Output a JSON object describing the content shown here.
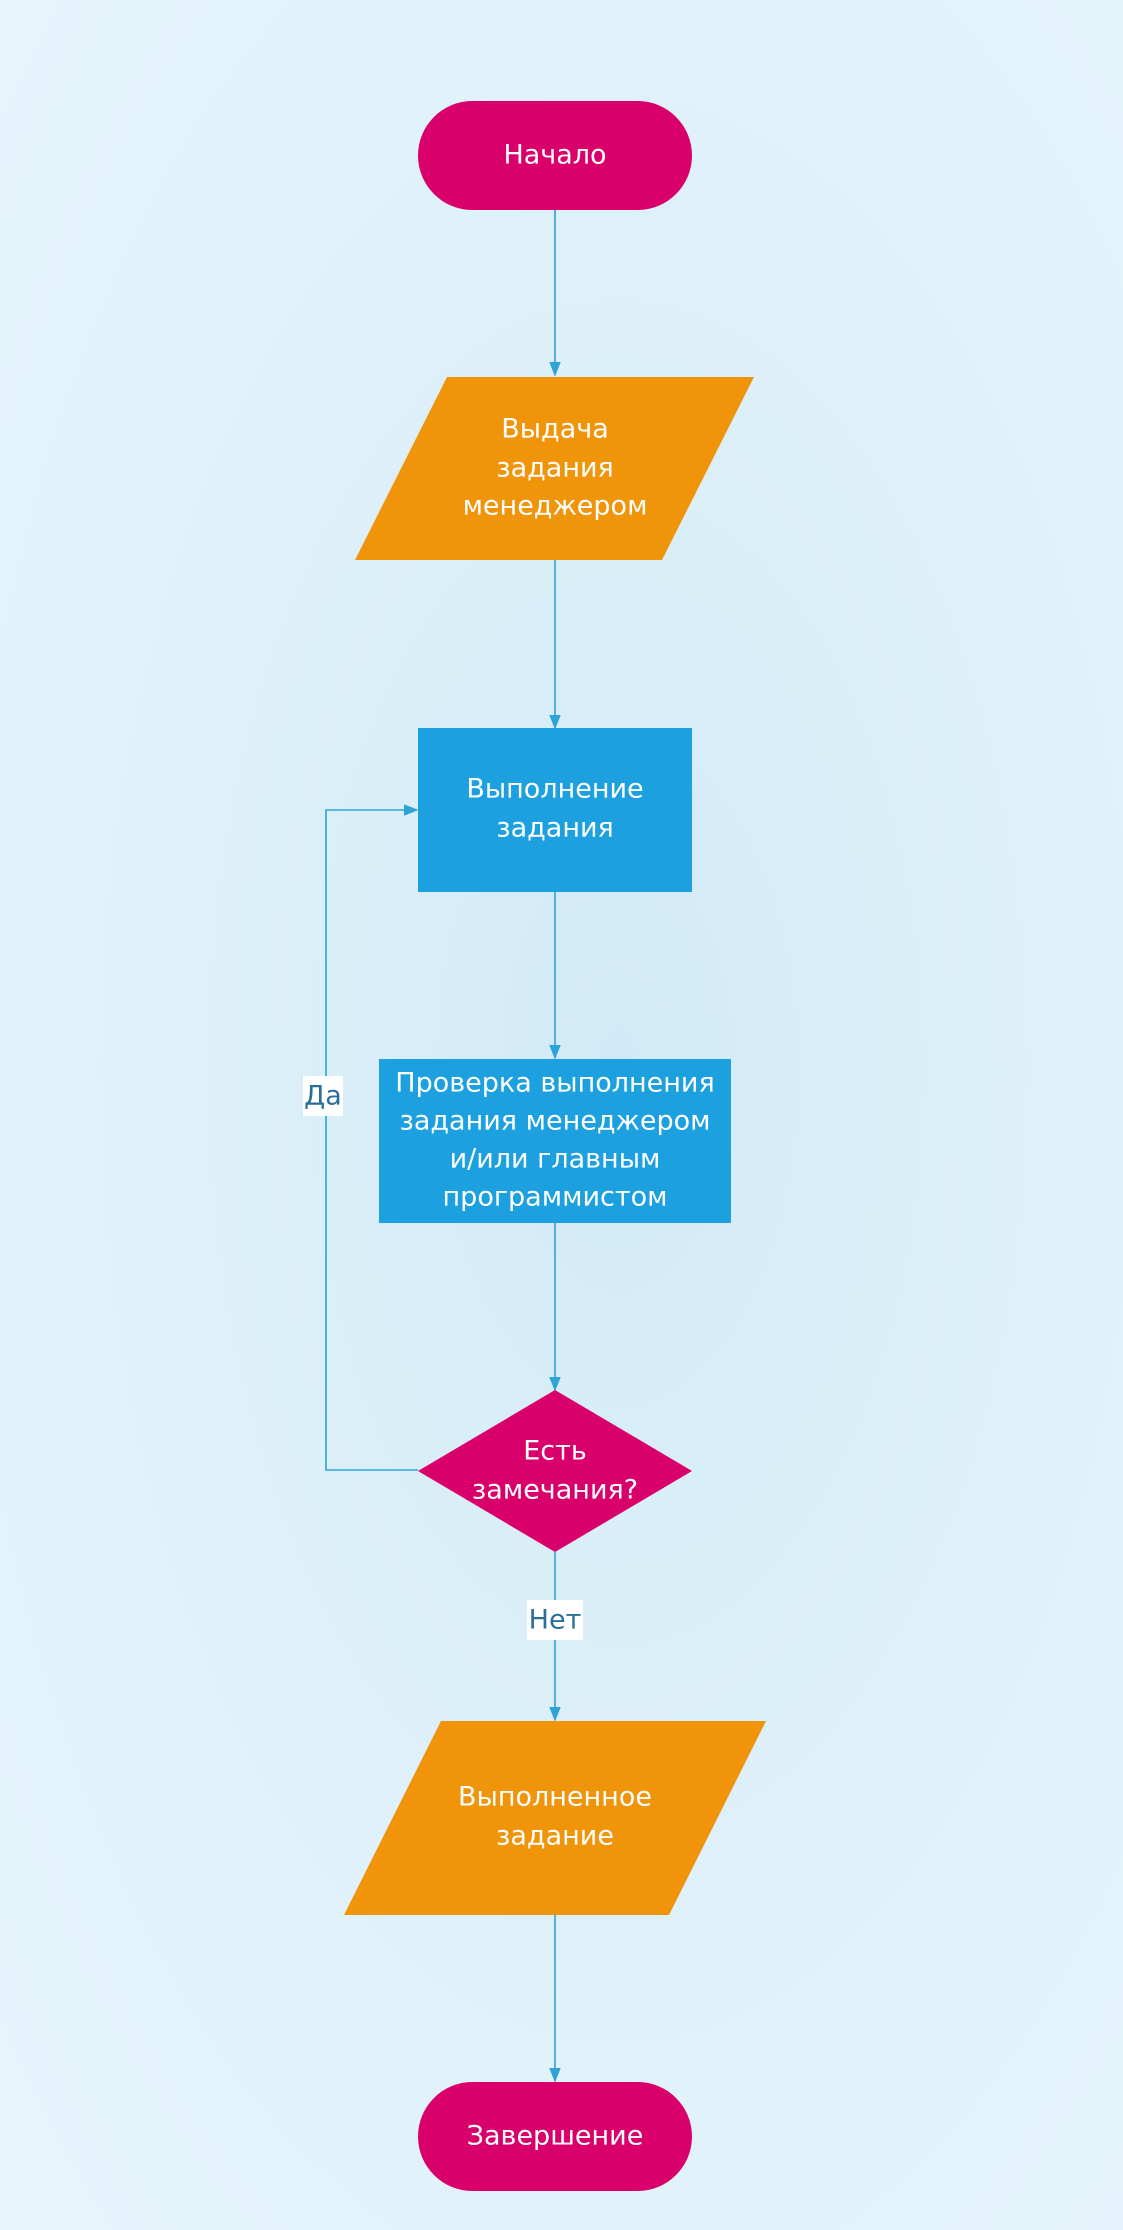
{
  "colors": {
    "terminal": "#d9006c",
    "io": "#f0950a",
    "process": "#1ca0e0",
    "decision": "#d9006c",
    "connector": "#2ea3d8",
    "label_text": "#2a6f97",
    "node_text": "#ffffff"
  },
  "nodes": {
    "start": {
      "label": "Начало",
      "shape": "terminal"
    },
    "issue_task": {
      "lines": [
        "Выдача",
        "задания",
        "менеджером"
      ],
      "shape": "input-output"
    },
    "do_task": {
      "lines": [
        "Выполнение",
        "задания"
      ],
      "shape": "process"
    },
    "review": {
      "lines": [
        "Проверка выполнения",
        "задания менеджером",
        "и/или главным",
        "программистом"
      ],
      "shape": "process"
    },
    "has_remarks": {
      "lines": [
        "Есть",
        "замечания?"
      ],
      "shape": "decision"
    },
    "done_task": {
      "lines": [
        "Выполненное",
        "задание"
      ],
      "shape": "input-output"
    },
    "end": {
      "label": "Завершение",
      "shape": "terminal"
    }
  },
  "edges": {
    "yes_label": "Да",
    "no_label": "Нет"
  }
}
